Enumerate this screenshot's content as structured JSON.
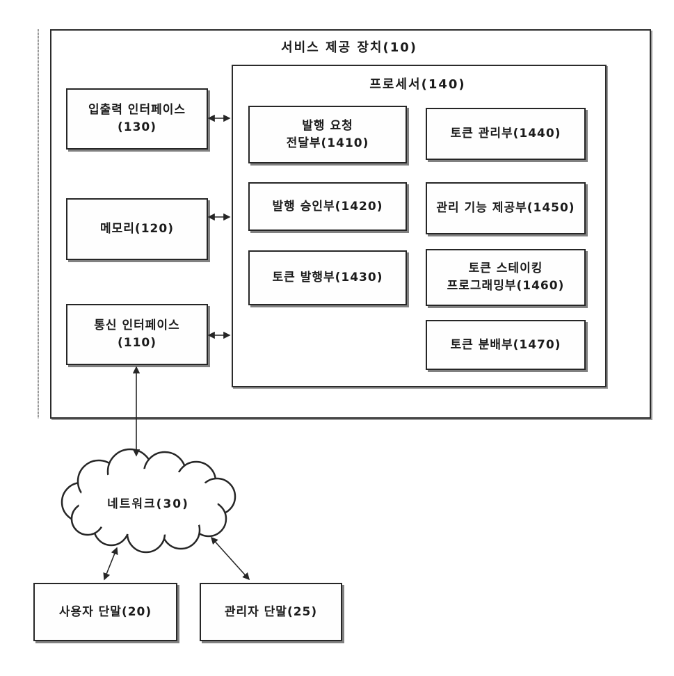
{
  "figure": {
    "type": "patent-system-block-diagram"
  },
  "service_device": {
    "label": "서비스 제공 장치(10)"
  },
  "processor": {
    "label": "프로세서(140)",
    "units": [
      {
        "id": "1410",
        "label": "발행 요청\n전달부(1410)"
      },
      {
        "id": "1440",
        "label": "토큰 관리부(1440)"
      },
      {
        "id": "1420",
        "label": "발행 승인부(1420)"
      },
      {
        "id": "1450",
        "label": "관리 기능 제공부(1450)"
      },
      {
        "id": "1430",
        "label": "토큰 발행부(1430)"
      },
      {
        "id": "1460",
        "label": "토큰 스테이킹\n프로그래밍부(1460)"
      },
      {
        "id": "1470",
        "label": "토큰 분배부(1470)"
      }
    ]
  },
  "left_components": [
    {
      "id": "130",
      "label": "입출력 인터페이스\n(130)"
    },
    {
      "id": "120",
      "label": "메모리(120)"
    },
    {
      "id": "110",
      "label": "통신 인터페이스\n(110)"
    }
  ],
  "network": {
    "label": "네트워크(30)"
  },
  "terminals": [
    {
      "id": "20",
      "label": "사용자 단말(20)"
    },
    {
      "id": "25",
      "label": "관리자 단말(25)"
    }
  ],
  "colors": {
    "line": "#262626",
    "background": "#ffffff",
    "text": "#1b1b1b"
  }
}
